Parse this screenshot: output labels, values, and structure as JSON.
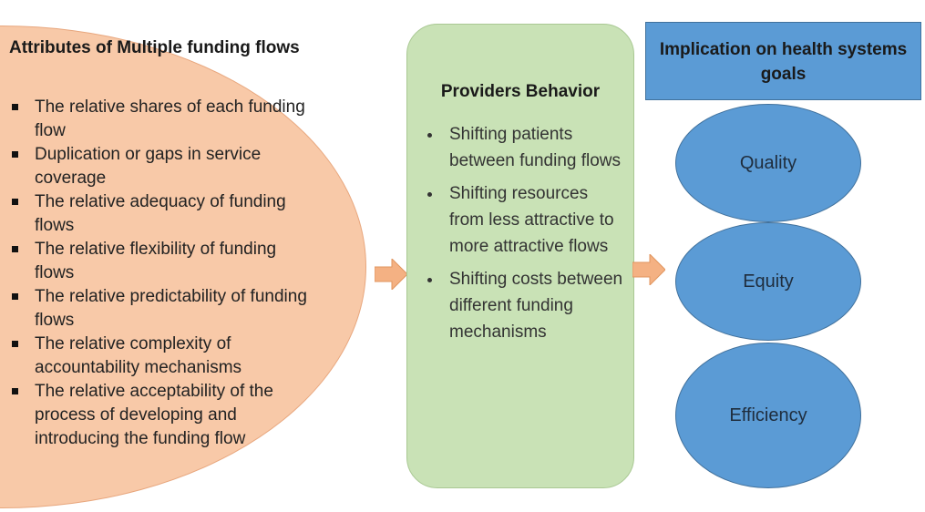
{
  "attributes": {
    "title": "Attributes of Multiple funding flows",
    "items": [
      "The relative shares of each funding flow",
      "Duplication or gaps in service coverage",
      "The relative adequacy of funding flows",
      "The relative flexibility of funding flows",
      "The relative predictability of funding flows",
      "The relative complexity of accountability mechanisms",
      "The relative acceptability of the process of developing and introducing the funding flow"
    ],
    "fill_color": "#f8c9a8"
  },
  "providers": {
    "title": "Providers Behavior",
    "items": [
      "Shifting patients between funding flows",
      "Shifting resources from less attractive to more attractive flows",
      "Shifting costs between different funding mechanisms"
    ],
    "fill_color": "#c9e2b6"
  },
  "goals": {
    "title": "Implication on health systems goals",
    "items": [
      "Quality",
      "Equity",
      "Efficiency"
    ],
    "fill_color": "#5b9bd5"
  },
  "arrow_color": "#f4b183"
}
